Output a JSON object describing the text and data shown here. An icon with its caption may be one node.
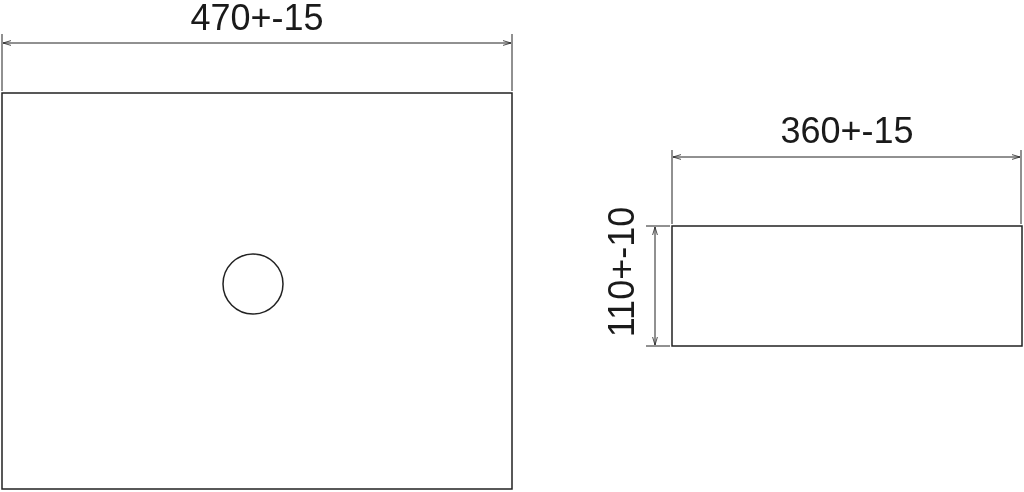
{
  "diagram": {
    "labels": [
      "470+-15",
      "360+-15",
      "110+-10"
    ]
  }
}
